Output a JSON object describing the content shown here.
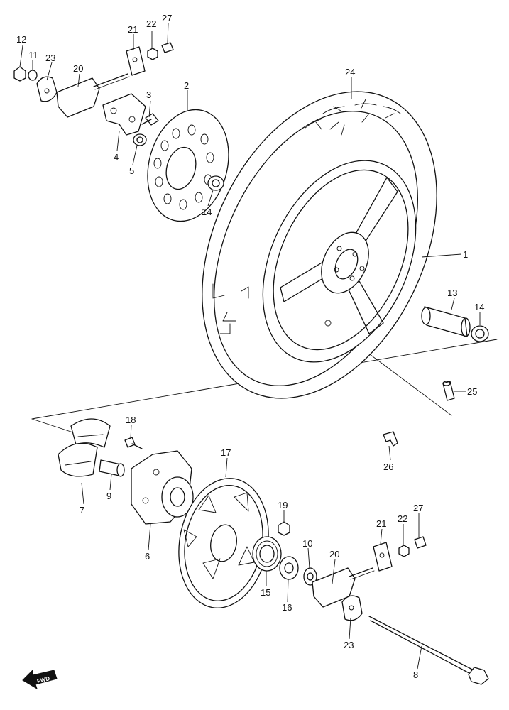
{
  "parts": [
    {
      "id": "p1",
      "number": "1"
    },
    {
      "id": "p2",
      "number": "2"
    },
    {
      "id": "p3",
      "number": "3"
    },
    {
      "id": "p4",
      "number": "4"
    },
    {
      "id": "p5",
      "number": "5"
    },
    {
      "id": "p6",
      "number": "6"
    },
    {
      "id": "p7",
      "number": "7"
    },
    {
      "id": "p8",
      "number": "8"
    },
    {
      "id": "p9",
      "number": "9"
    },
    {
      "id": "p10",
      "number": "10"
    },
    {
      "id": "p11",
      "number": "11"
    },
    {
      "id": "p12",
      "number": "12"
    },
    {
      "id": "p13",
      "number": "13"
    },
    {
      "id": "p14a",
      "number": "14"
    },
    {
      "id": "p14b",
      "number": "14"
    },
    {
      "id": "p15",
      "number": "15"
    },
    {
      "id": "p16",
      "number": "16"
    },
    {
      "id": "p17",
      "number": "17"
    },
    {
      "id": "p18",
      "number": "18"
    },
    {
      "id": "p19",
      "number": "19"
    },
    {
      "id": "p20a",
      "number": "20"
    },
    {
      "id": "p20b",
      "number": "20"
    },
    {
      "id": "p21a",
      "number": "21"
    },
    {
      "id": "p21b",
      "number": "21"
    },
    {
      "id": "p22a",
      "number": "22"
    },
    {
      "id": "p22b",
      "number": "22"
    },
    {
      "id": "p23a",
      "number": "23"
    },
    {
      "id": "p23b",
      "number": "23"
    },
    {
      "id": "p24",
      "number": "24"
    },
    {
      "id": "p25",
      "number": "25"
    },
    {
      "id": "p26",
      "number": "26"
    },
    {
      "id": "p27a",
      "number": "27"
    },
    {
      "id": "p27b",
      "number": "27"
    }
  ],
  "badge": {
    "text": "FWD",
    "icon": "forward-arrow-icon"
  }
}
